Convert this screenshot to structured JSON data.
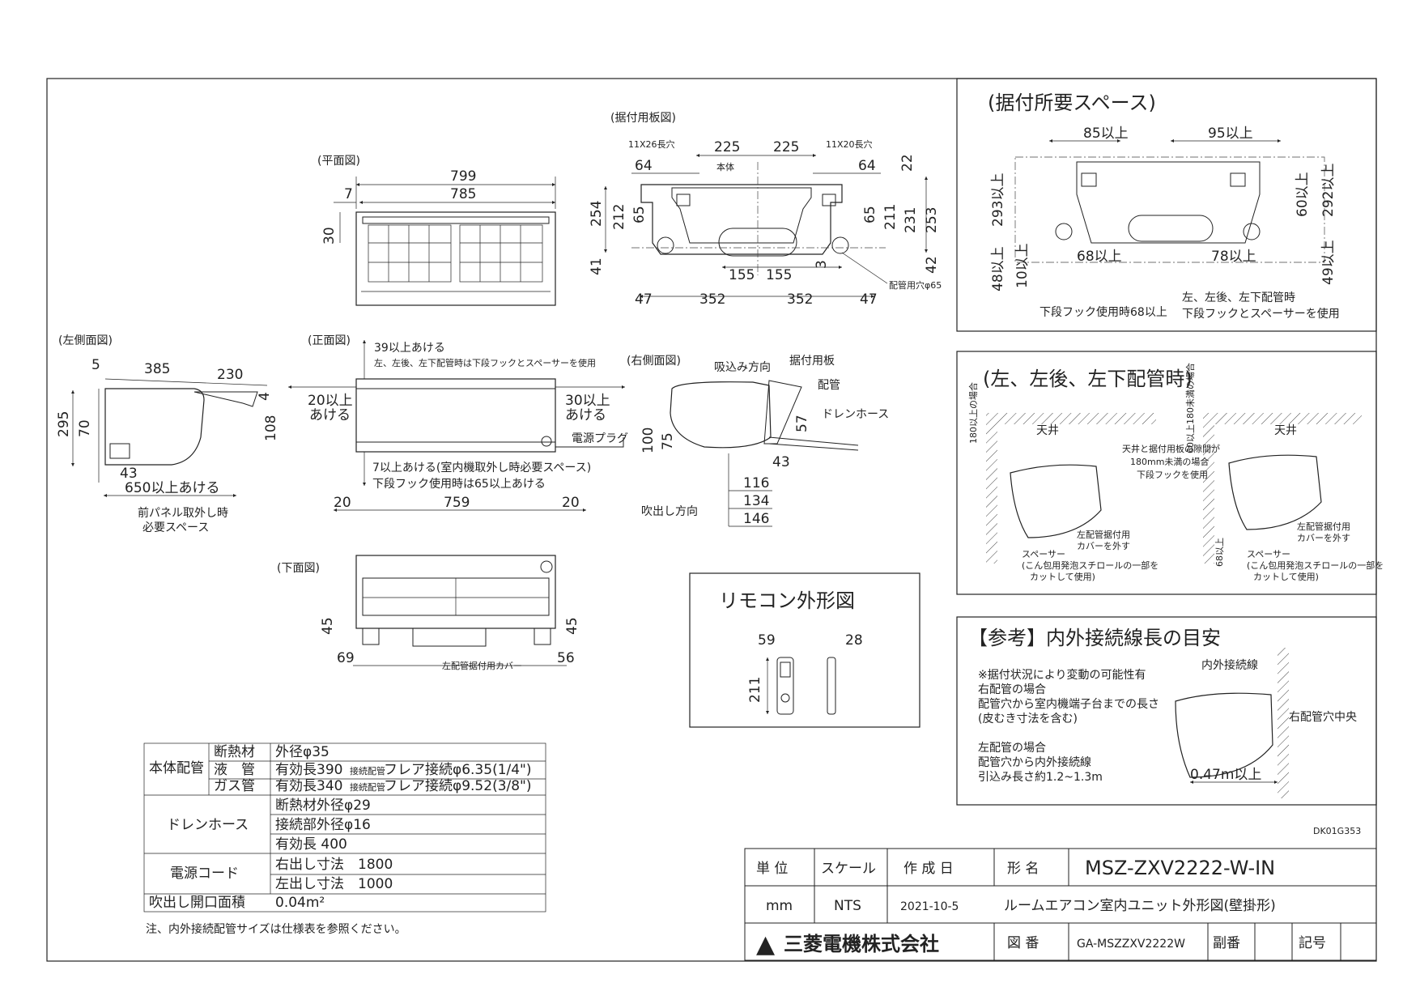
{
  "views": {
    "plan": "(平面図)",
    "mount_plate": "(据付用板図)",
    "left_side": "(左側面図)",
    "front": "(正面図)",
    "right_side": "(右側面図)",
    "bottom": "(下面図)"
  },
  "plan_dims": {
    "w799": "799",
    "w785": "785",
    "d7": "7",
    "d30": "30"
  },
  "plate_dims": {
    "slot_l": "11X26長穴",
    "slot_r": "11X20長穴",
    "c225a": "225",
    "c225b": "225",
    "body": "本体",
    "d64a": "64",
    "d64b": "64",
    "d22": "22",
    "d254": "254",
    "d212": "212",
    "d65a": "65",
    "d65b": "65",
    "d211": "211",
    "d231": "231",
    "d253": "253",
    "d41": "41",
    "d3": "3",
    "d42": "42",
    "d155a": "155",
    "d155b": "155",
    "d47a": "47",
    "d352a": "352",
    "d352b": "352",
    "d47b": "47",
    "pipe_hole": "配管用穴φ65"
  },
  "left_dims": {
    "d5": "5",
    "d385": "385",
    "d230": "230",
    "d4": "4",
    "d295": "295",
    "d70": "70",
    "d108": "108",
    "d43": "43",
    "d650": "650以上あける",
    "note1": "前パネル取外し時",
    "note2": "必要スペース"
  },
  "front_dims": {
    "top": "39以上あける",
    "top_note": "左、左後、左下配管時は下段フックとスペーサーを使用",
    "l20a": "20以上",
    "l20b": "あける",
    "r30a": "30以上",
    "r30b": "あける",
    "plug": "電源プラグ",
    "bottom1": "7以上あける(室内機取外し時必要スペース)",
    "bottom2": "下段フック使用時は65以上あける",
    "d20a": "20",
    "d759": "759",
    "d20b": "20"
  },
  "right_dims": {
    "suction": "吸込み方向",
    "plate": "据付用板",
    "pipe": "配管",
    "drain": "ドレンホース",
    "d57": "57",
    "d100": "100",
    "d75": "75",
    "d43": "43",
    "d116": "116",
    "d134": "134",
    "d146": "146",
    "blow": "吹出し方向"
  },
  "bottom_dims": {
    "d45a": "45",
    "d45b": "45",
    "d69": "69",
    "d56": "56",
    "cover": "左配管据付用カバー"
  },
  "space_panel": {
    "title": "(据付所要スペース)",
    "s85": "85以上",
    "s95": "95以上",
    "s293": "293以上",
    "s60": "60以上",
    "s292": "292以上",
    "s68": "68以上",
    "s78": "78以上",
    "s48": "48以上",
    "s10": "10以上",
    "s49": "49以上",
    "note_l": "下段フック使用時68以上",
    "note_r1": "左、左後、左下配管時",
    "note_r2": "下段フックとスペーサーを使用"
  },
  "pipe_panel": {
    "title": "(左、左後、左下配管時)",
    "h180": "180以上の場合",
    "h60": "60以上180未満の場合",
    "ceiling_a": "天井",
    "ceiling_b": "天井",
    "gap1": "天井と据付用板の隙間が",
    "gap2": "180mm未満の場合",
    "gap3": "下段フックを使用",
    "cover_l1": "左配管据付用",
    "cover_l2": "カバーを外す",
    "spacer_l": "スペーサー",
    "spacer_l2": "(こん包用発泡スチロールの一部を",
    "spacer_l3": "カットして使用)",
    "cover_r1": "左配管据付用",
    "cover_r2": "カバーを外す",
    "spacer_r": "スペーサー",
    "spacer_r2": "(こん包用発泡スチロールの一部を",
    "spacer_r3": "カットして使用)",
    "h68": "68以上"
  },
  "remote": {
    "title": "リモコン外形図",
    "d59": "59",
    "d28": "28",
    "d211": "211"
  },
  "ref_panel": {
    "title": "【参考】内外接続線長の目安",
    "l1": "※据付状況により変動の可能性有",
    "l2": "右配管の場合",
    "l3": "配管穴から室内機端子台までの長さ",
    "l4": "(皮むき寸法を含む)",
    "l5": "左配管の場合",
    "l6": "配管穴から内外接続線",
    "l7": "引込み長さ約1.2~1.3m",
    "wire": "内外接続線",
    "hole": "右配管穴中央",
    "len": "0.47m以上"
  },
  "spec_table": {
    "r1_head": "本体配管",
    "r1_a": "断熱材",
    "r1_a_val": "外径φ35",
    "r1_b": "液　管",
    "r1_b_val": "有効長390",
    "r1_b_note": "接続配管",
    "r1_b_val2": "フレア接続φ6.35(1/4\")",
    "r1_c": "ガス管",
    "r1_c_val": "有効長340",
    "r1_c_note": "接続配管",
    "r1_c_val2": "フレア接続φ9.52(3/8\")",
    "r2_head": "ドレンホース",
    "r2_a": "断熱材外径φ29",
    "r2_b": "接続部外径φ16",
    "r2_c": "有効長 400",
    "r3_head": "電源コード",
    "r3_a": "右出し寸法　1800",
    "r3_b": "左出し寸法　1000",
    "r4_head": "吹出し開口面積",
    "r4_val": "0.04m²"
  },
  "note": "注、内外接続配管サイズは仕様表を参照ください。",
  "doc_code": "DK01G353",
  "title_block": {
    "unit_h": "単 位",
    "scale_h": "スケール",
    "date_h": "作 成 日",
    "model_h": "形 名",
    "model": "MSZ-ZXV2222-W-IN",
    "unit": "mm",
    "scale": "NTS",
    "date": "2021-10-5",
    "desc": "ルームエアコン室内ユニット外形図(壁掛形)",
    "company": "三菱電機株式会社",
    "dwg_h": "図 番",
    "dwg": "GA-MSZZXV2222W",
    "sub_h": "副番",
    "mark_h": "記号"
  }
}
